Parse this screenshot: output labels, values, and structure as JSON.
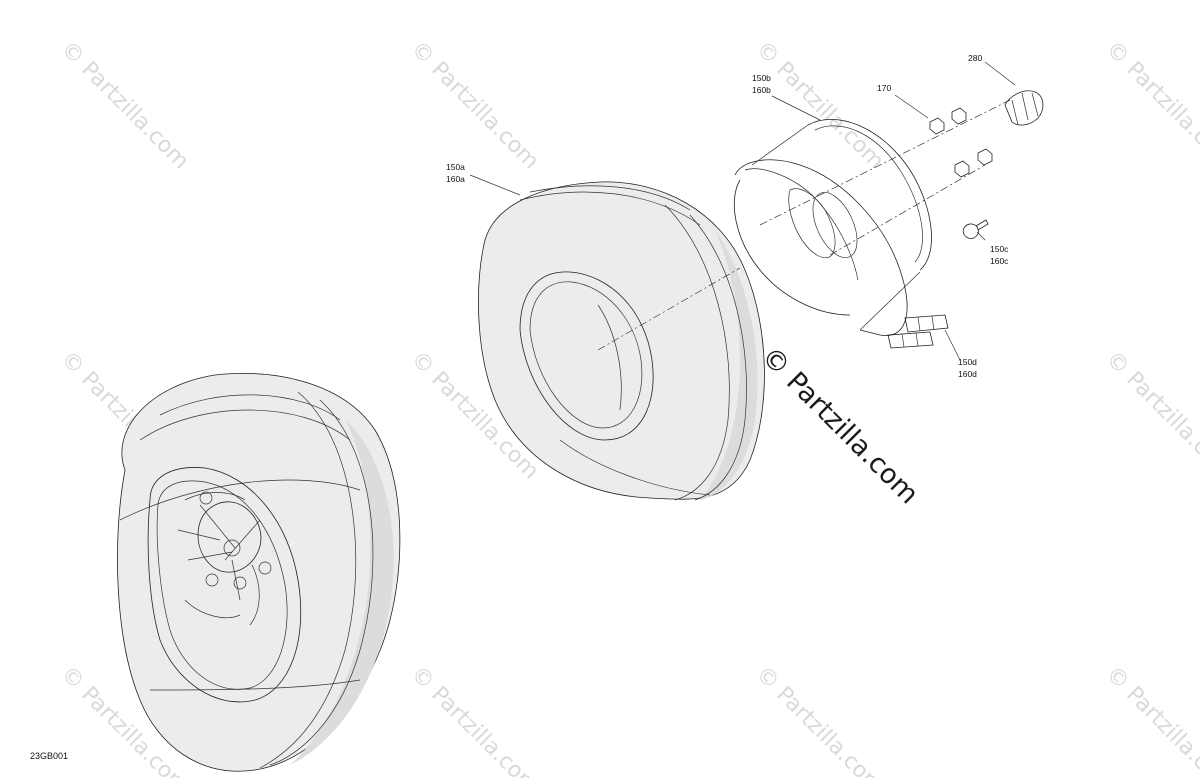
{
  "watermark": {
    "brand": "© Partzilla.com"
  },
  "figure_id": "23GB001",
  "callouts": {
    "c280": "280",
    "c170": "170",
    "c150b": "150b",
    "c160b": "160b",
    "c150a": "150a",
    "c160a": "160a",
    "c150c": "150c",
    "c160c": "160c",
    "c150d": "150d",
    "c160d": "160d"
  }
}
